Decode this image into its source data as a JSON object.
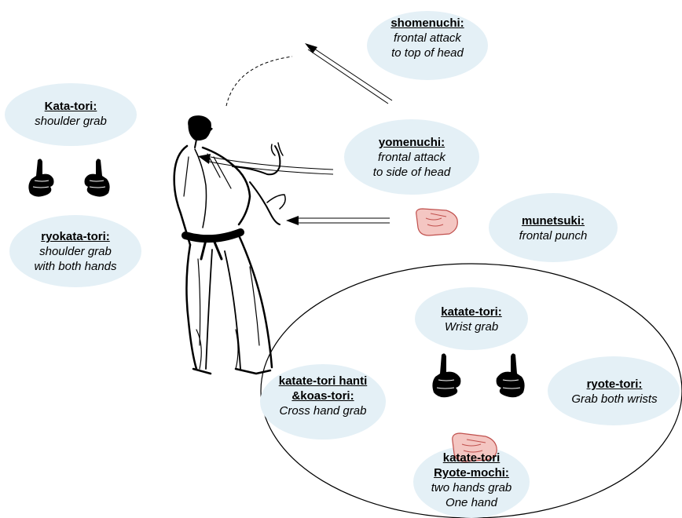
{
  "colors": {
    "bubble": "#e4f0f6",
    "ink": "#000000",
    "hand_skin": "#f4c6c2",
    "hand_outline": "#c0504d"
  },
  "icons": {
    "fist": "fist-icon",
    "thumbs_up": "thumbs-up-icon",
    "figure": "aikido-figure-icon"
  },
  "labels": {
    "shomenuchi": {
      "term": "shomenuchi:",
      "desc": [
        "frontal attack",
        "to top of head"
      ]
    },
    "kata_tori": {
      "term": "Kata-tori:",
      "desc": [
        "shoulder grab"
      ]
    },
    "yomenuchi": {
      "term": "yomenuchi:",
      "desc": [
        "frontal attack",
        "to side of head"
      ]
    },
    "munetsuki": {
      "term": "munetsuki:",
      "desc": [
        "frontal punch"
      ]
    },
    "ryokata_tori": {
      "term": "ryokata-tori:",
      "desc": [
        "shoulder grab",
        "with both hands"
      ]
    },
    "katate_tori": {
      "term": "katate-tori:",
      "desc": [
        "Wrist grab"
      ]
    },
    "katate_tori_hanti": {
      "term": [
        "katate-tori hanti",
        "&koas-tori:"
      ],
      "desc": [
        "Cross hand grab"
      ]
    },
    "ryote_tori": {
      "term": "ryote-tori:",
      "desc": [
        "Grab both wrists"
      ]
    },
    "ryote_mochi": {
      "term": [
        "katate-tori",
        "Ryote-mochi:"
      ],
      "desc": [
        "two hands grab",
        "One hand"
      ]
    }
  }
}
